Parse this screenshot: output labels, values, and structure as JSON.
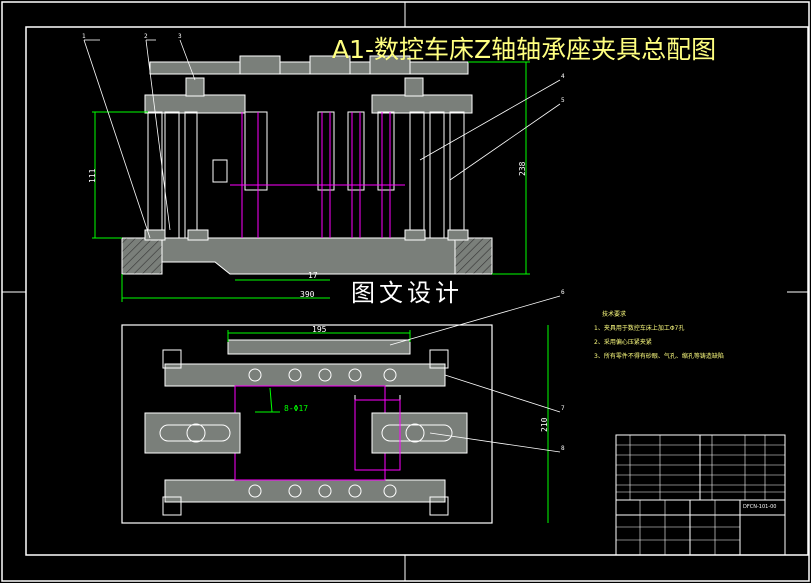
{
  "drawing": {
    "title": "A1-数控车床Z轴轴承座夹具总配图",
    "watermark": "图文设计"
  },
  "dimensions": {
    "height_left": "111",
    "height_right": "238",
    "width_mid": "17",
    "width_total": "390",
    "top_width": "195",
    "plan_height": "210",
    "hole_spec": "8-Φ17"
  },
  "callouts": [
    "1",
    "2",
    "3",
    "4",
    "5",
    "6",
    "7",
    "8"
  ],
  "tech_notes": {
    "heading": "技术要求",
    "items": [
      "1、夹具用于数控车床上加工Φ7孔",
      "2、采用偏心压紧夹紧",
      "3、所有零件不得有砂眼、气孔、缩孔等铸造缺陷"
    ]
  },
  "title_block": {
    "code": "DFCN-101-00"
  },
  "colors": {
    "background": "#000000",
    "frame": "#ffffff",
    "part_fill": "#7a7f7a",
    "hidden_line": "#ff00ff",
    "green_dim": "#00ff00",
    "yellow_text": "#ffff80"
  }
}
